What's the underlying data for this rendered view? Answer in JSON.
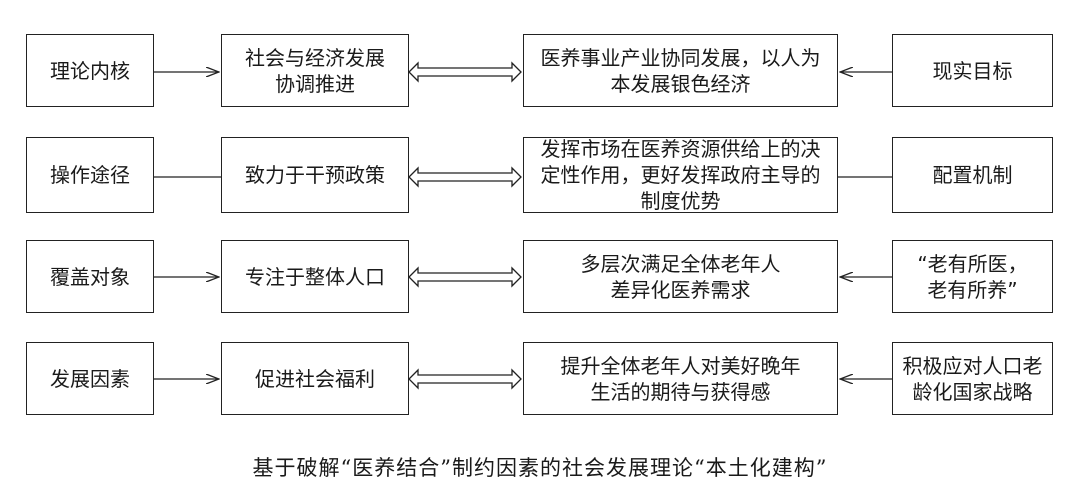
{
  "rows": [
    {
      "col1": "理论内核",
      "col2": "社会与经济发展\n协调推进",
      "col3": "医养事业产业协同发展，以人为\n本发展银色经济",
      "col4": "现实目标"
    },
    {
      "col1": "操作途径",
      "col2": "致力于干预政策",
      "col3": "发挥市场在医养资源供给上的决\n定性作用，更好发挥政府主导的\n制度优势",
      "col4": "配置机制"
    },
    {
      "col1": "覆盖对象",
      "col2": "专注于整体人口",
      "col3": "多层次满足全体老年人\n差异化医养需求",
      "col4": "“老有所医，\n老有所养”"
    },
    {
      "col1": "发展因素",
      "col2": "促进社会福利",
      "col3": "提升全体老年人对美好晚年\n生活的期待与获得感",
      "col4": "积极应对人口老\n龄化国家战略"
    }
  ],
  "caption": "基于破解“医养结合”制约因素的社会发展理论“本土化建构”"
}
